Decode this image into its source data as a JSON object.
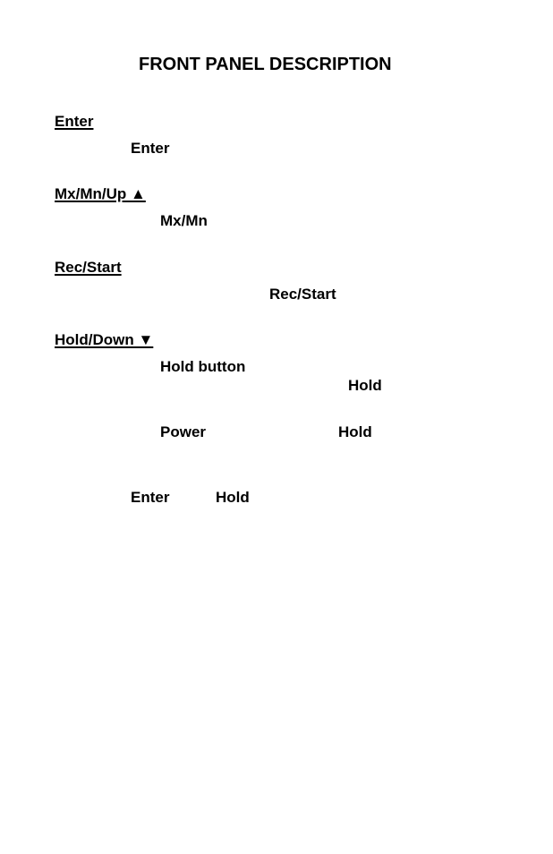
{
  "page": {
    "title": "FRONT PANEL DESCRIPTION",
    "sections": [
      {
        "heading": "Enter",
        "fragments": [
          "Enter"
        ]
      },
      {
        "heading": "Mx/Mn/Up ▲",
        "fragments": [
          "Mx/Mn"
        ]
      },
      {
        "heading": "Rec/Start",
        "fragments": [
          "Rec/Start"
        ]
      },
      {
        "heading": "Hold/Down ▼",
        "fragments": [
          "Hold button",
          "Hold",
          "Power",
          "Hold"
        ]
      }
    ],
    "footer_fragments": [
      "Enter",
      "Hold"
    ]
  }
}
